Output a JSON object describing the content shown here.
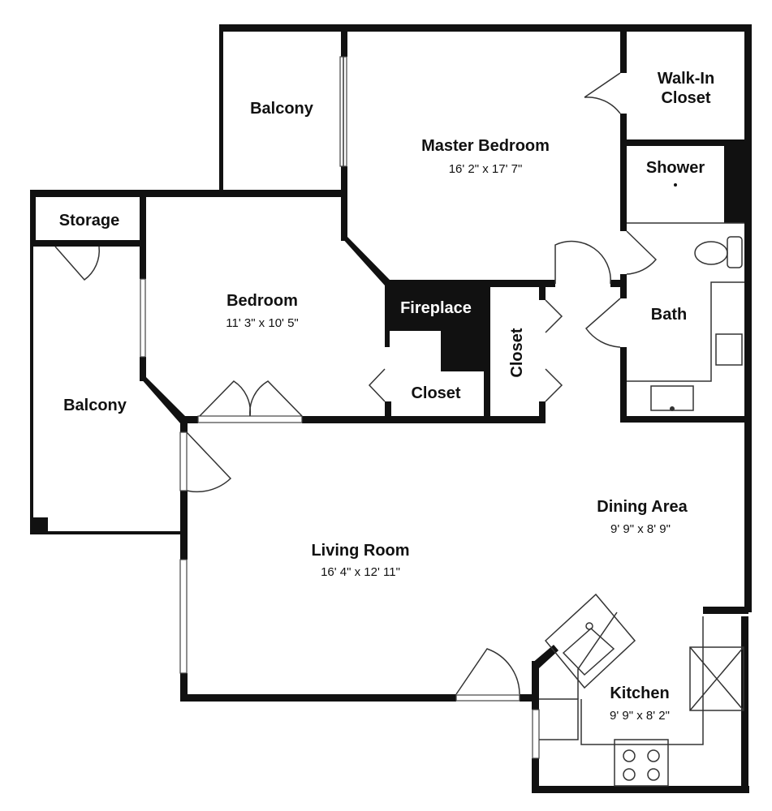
{
  "rooms": {
    "balcony_top": {
      "name": "Balcony"
    },
    "master_bedroom": {
      "name": "Master Bedroom",
      "dims": "16' 2\" x 17' 7\""
    },
    "walk_in_closet": {
      "line1": "Walk-In",
      "line2": "Closet"
    },
    "shower": {
      "name": "Shower"
    },
    "storage": {
      "name": "Storage"
    },
    "bedroom": {
      "name": "Bedroom",
      "dims": "11' 3\" x 10' 5\""
    },
    "fireplace": {
      "name": "Fireplace"
    },
    "bath": {
      "name": "Bath"
    },
    "closet_bedroom": {
      "name": "Closet"
    },
    "closet_hall": {
      "name": "Closet"
    },
    "balcony_left": {
      "name": "Balcony"
    },
    "dining_area": {
      "name": "Dining Area",
      "dims": "9' 9\" x 8' 9\""
    },
    "living_room": {
      "name": "Living Room",
      "dims": "16' 4\" x 12' 11\""
    },
    "kitchen": {
      "name": "Kitchen",
      "dims": "9' 9\" x 8' 2\""
    }
  },
  "colors": {
    "wall": "#111111",
    "background": "#ffffff",
    "fixture_line": "#333333"
  }
}
